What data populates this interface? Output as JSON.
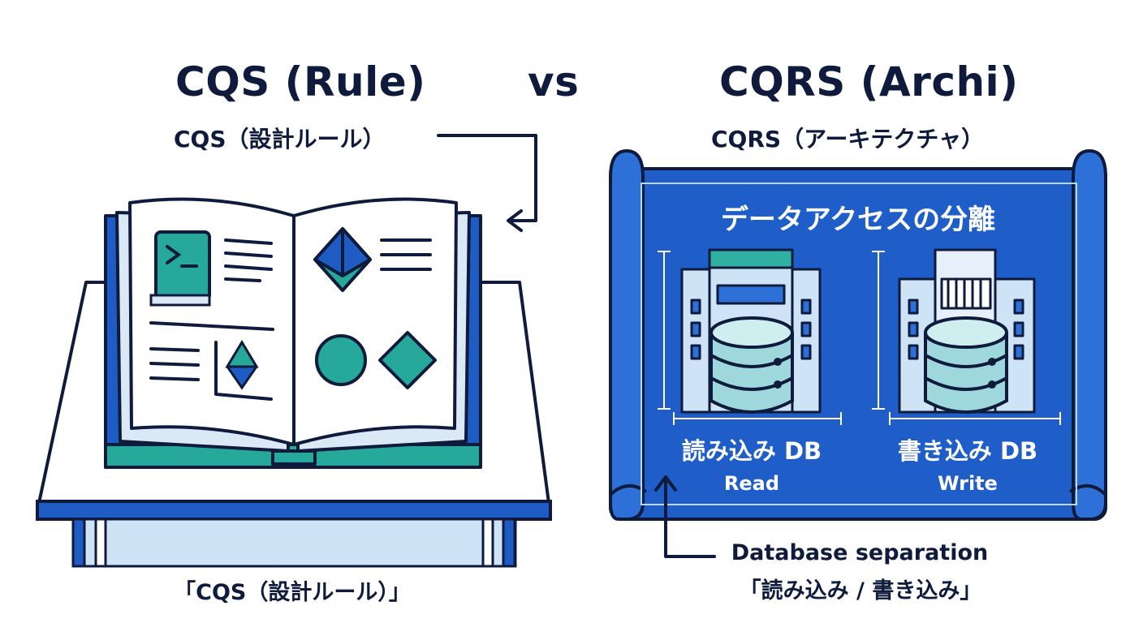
{
  "header": {
    "left_title": "CQS (Rule)",
    "vs": "vs",
    "right_title": "CQRS (Archi)",
    "left_subtitle": "CQS（設計ルール）",
    "right_subtitle": "CQRS（アーキテクチャ）"
  },
  "blueprint": {
    "title": "データアクセスの分離",
    "read_db_label": "読み込み DB",
    "read_db_sub": "Read",
    "write_db_label": "書き込み DB",
    "write_db_sub": "Write"
  },
  "captions": {
    "left_caption": "「CQS（設計ルール）」",
    "right_caption_en": "Database separation",
    "right_caption_jp": "「読み込み / 書き込み」"
  },
  "icons": {
    "book": "open-book-icon",
    "terminal": "terminal-icon",
    "gem": "gem-icon",
    "database": "database-icon",
    "building": "building-icon"
  },
  "colors": {
    "navy": "#0e1b3d",
    "blue": "#1e5cc4",
    "teal": "#26a99a",
    "light_blue": "#cfe3f6"
  }
}
